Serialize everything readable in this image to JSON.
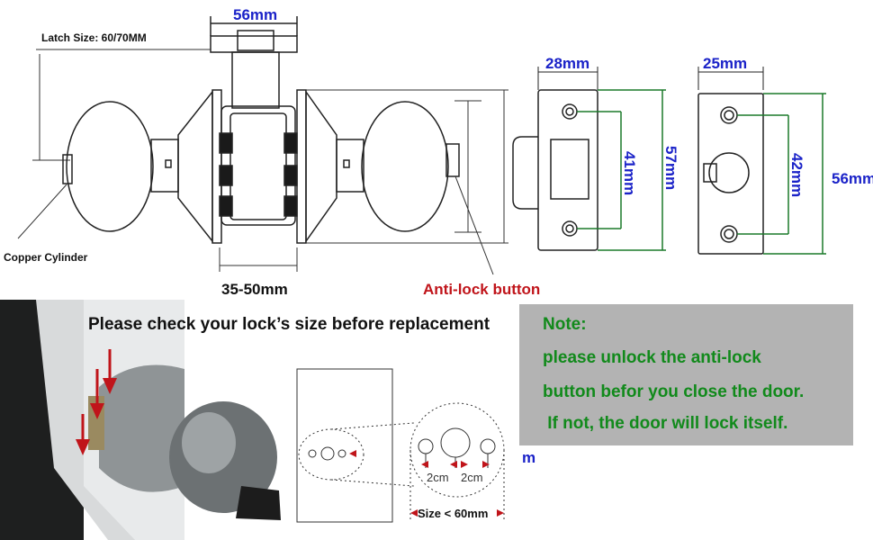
{
  "top": {
    "latch_size_label": "Latch Size: 60/70MM",
    "width_56": "56mm",
    "width_range": "35-50mm",
    "copper_cylinder": "Copper Cylinder",
    "anti_lock_button": "Anti-lock button"
  },
  "strike_plate": {
    "width": "28mm",
    "hole_spacing": "41mm",
    "height": "57mm"
  },
  "latch_plate": {
    "width": "25mm",
    "hole_spacing": "42mm",
    "height": "56mm"
  },
  "bottom": {
    "check_title": "Please check your lock’s size before replacement",
    "spacing_a": "2cm",
    "spacing_b": "2cm",
    "size_limit": "Size < 60mm",
    "stray_text": "m"
  },
  "note": {
    "heading": "Note:",
    "line1": "please unlock the anti-lock",
    "line2": "button befor you close the door.",
    "line3": " If not, the door will lock itself."
  },
  "colors": {
    "dimension_text": "#1a22c8",
    "dimension_lines": "#1b7a2a",
    "note_text": "#118a1b",
    "note_background": "#b3b3b3",
    "warning_red": "#c0141a"
  }
}
